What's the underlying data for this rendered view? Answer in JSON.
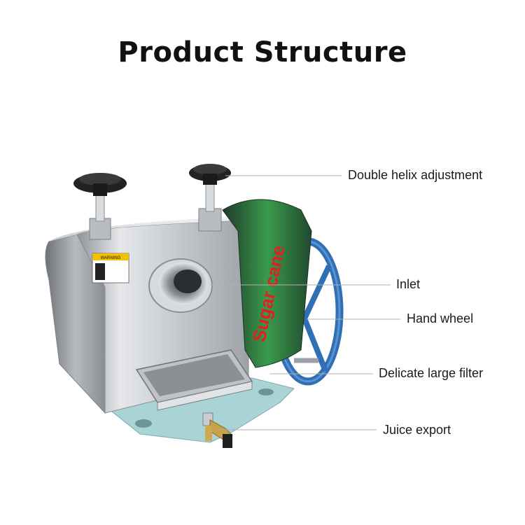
{
  "title": "Product Structure",
  "callouts": [
    {
      "label": "Double helix adjustment"
    },
    {
      "label": "Inlet"
    },
    {
      "label": "Hand wheel"
    },
    {
      "label": "Delicate large filter"
    },
    {
      "label": "Juice export"
    }
  ],
  "band_text": "Sugar cane",
  "warning_label": "WARNING",
  "colors": {
    "steel": "#c9ccd0",
    "wheel": "#2f6fb5",
    "base": "#a9d4d6",
    "band_green": "#2e8b3e",
    "band_text": "#e02020",
    "knob": "#222222"
  }
}
